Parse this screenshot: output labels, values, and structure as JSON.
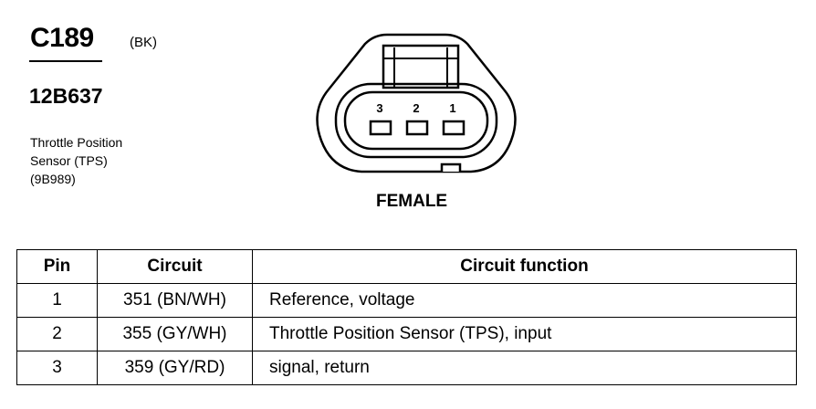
{
  "connector": {
    "id": "C189",
    "color_code": "(BK)",
    "part_number": "12B637",
    "description_lines": [
      "Throttle Position",
      "Sensor (TPS)",
      "(9B989)"
    ],
    "gender": "FEMALE",
    "terminal_numbers": [
      "3",
      "2",
      "1"
    ]
  },
  "table": {
    "headers": {
      "pin": "Pin",
      "circuit": "Circuit",
      "function": "Circuit function"
    },
    "rows": [
      {
        "pin": "1",
        "circuit": "351 (BN/WH)",
        "function": "Reference, voltage"
      },
      {
        "pin": "2",
        "circuit": "355 (GY/WH)",
        "function": "Throttle Position Sensor (TPS), input"
      },
      {
        "pin": "3",
        "circuit": "359 (GY/RD)",
        "function": "signal, return"
      }
    ]
  }
}
